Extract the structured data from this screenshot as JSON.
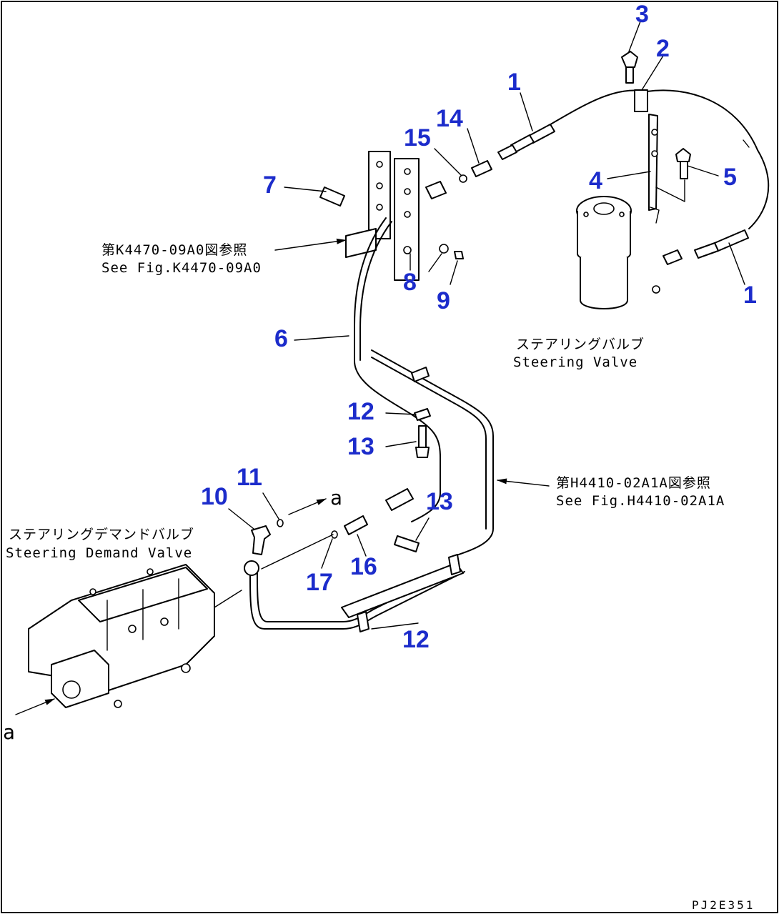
{
  "callouts": {
    "c1a": "1",
    "c1b": "1",
    "c2": "2",
    "c3": "3",
    "c4": "4",
    "c5": "5",
    "c6": "6",
    "c7": "7",
    "c8": "8",
    "c9": "9",
    "c10": "10",
    "c11": "11",
    "c12a": "12",
    "c12b": "12",
    "c13a": "13",
    "c13b": "13",
    "c14": "14",
    "c15": "15",
    "c16": "16",
    "c17": "17"
  },
  "refs": {
    "k4470_jp": "第K4470-09A0図参照",
    "k4470_en": "See Fig.K4470-09A0",
    "h4410_jp": "第H4410-02A1A図参照",
    "h4410_en": "See Fig.H4410-02A1A"
  },
  "components": {
    "steering_valve_jp": "ステアリングバルブ",
    "steering_valve_en": "Steering Valve",
    "demand_valve_jp": "ステアリングデマンドバルブ",
    "demand_valve_en": "Steering Demand Valve"
  },
  "connection_marks": {
    "a1": "a",
    "a2": "a"
  },
  "drawing_code": "PJ2E351",
  "colors": {
    "callout": "#1c2ccb",
    "line": "#000000",
    "background": "#ffffff"
  }
}
